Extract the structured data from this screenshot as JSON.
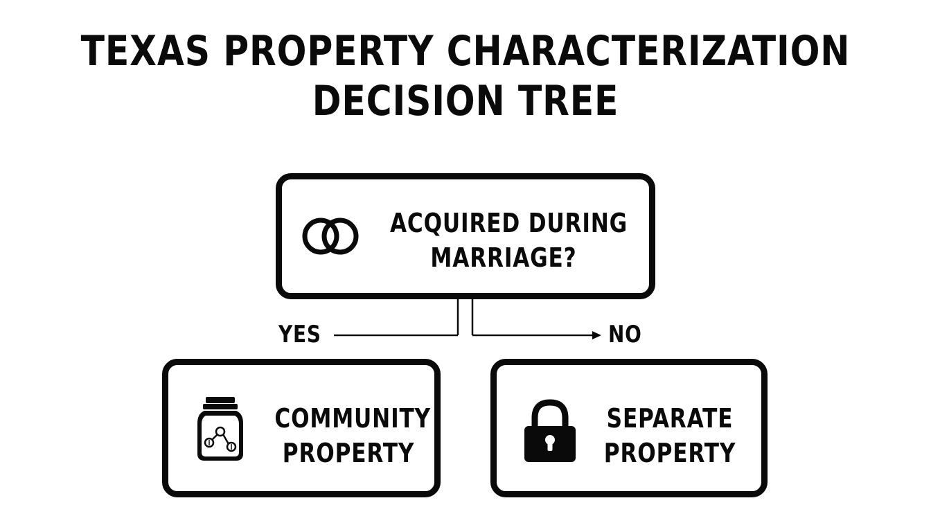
{
  "title": {
    "line1": "TEXAS PROPERTY CHARACTERIZATION",
    "line2": "DECISION TREE"
  },
  "question": {
    "line1": "ACQUIRED DURING",
    "line2": "MARRIAGE?",
    "icon": "wedding-rings-icon"
  },
  "branches": {
    "yes_label": "YES",
    "no_label": "NO"
  },
  "outcomes": {
    "community": {
      "line1": "COMMUNITY",
      "line2": "PROPERTY",
      "icon": "money-jar-icon"
    },
    "separate": {
      "line1": "SEPARATE",
      "line2": "PROPERTY",
      "icon": "padlock-icon"
    }
  },
  "colors": {
    "ink": "#0a0a0a",
    "background": "#ffffff"
  }
}
